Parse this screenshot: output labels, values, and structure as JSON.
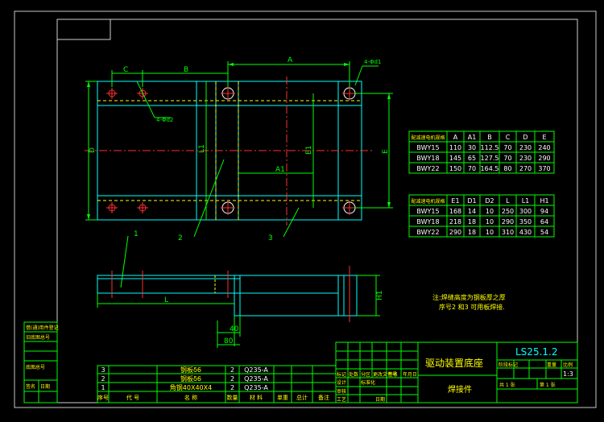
{
  "dimensions": {
    "A": "A",
    "A1": "A1",
    "B": "B",
    "C": "C",
    "D": "D",
    "E": "E",
    "E1": "E1",
    "L": "L",
    "L1": "L1",
    "H1": "H1",
    "hole_d1": "4-Φd1",
    "hole_d2": "4-Φd2",
    "dim_40": "40",
    "dim_80": "80"
  },
  "callouts": [
    "1",
    "2",
    "3"
  ],
  "table1": {
    "header": [
      "配减速电机规格",
      "A",
      "A1",
      "B",
      "C",
      "D",
      "E"
    ],
    "rows": [
      [
        "BWY15",
        "110",
        "30",
        "112.5",
        "70",
        "230",
        "240"
      ],
      [
        "BWY18",
        "145",
        "65",
        "127.5",
        "70",
        "230",
        "290"
      ],
      [
        "BWY22",
        "150",
        "70",
        "164.5",
        "80",
        "270",
        "370"
      ]
    ]
  },
  "table2": {
    "header": [
      "配减速电机规格",
      "E1",
      "D1",
      "D2",
      "L",
      "L1",
      "H1"
    ],
    "rows": [
      [
        "BWY15",
        "168",
        "14",
        "10",
        "250",
        "300",
        "94"
      ],
      [
        "BWY18",
        "218",
        "18",
        "10",
        "290",
        "350",
        "64"
      ],
      [
        "BWY22",
        "290",
        "18",
        "10",
        "310",
        "430",
        "54"
      ]
    ]
  },
  "note": {
    "line1": "注:焊缝高度为钢板厚之厚",
    "line2": "序号2 和3 可用板焊接."
  },
  "title_block": {
    "title": "驱动装置底座",
    "subtitle": "焊接件",
    "drawing_no": "LS25.1.2",
    "scale": "1:3",
    "stage": "阶段标记",
    "weight": "重量",
    "ratio": "比例",
    "sheet_total": "共  1  张",
    "sheet_no": "第  1  张",
    "marks": "标记",
    "count": "处数",
    "zone": "分区",
    "change_no": "更改文件号",
    "sign": "签名",
    "date": "年月日",
    "design": "设计",
    "standard": "标准化",
    "review": "审核",
    "process": "工艺",
    "approve": "批准",
    "date_label": "日期"
  },
  "bom": {
    "rows": [
      [
        "3",
        "钢板δ6",
        "2",
        "Q235-A"
      ],
      [
        "2",
        "钢板δ6",
        "2",
        "Q235-A"
      ],
      [
        "1",
        "角钢40X40X4",
        "2",
        "Q235-A"
      ]
    ],
    "header": {
      "no": "序号",
      "code": "代   号",
      "name": "名   称",
      "qty": "数量",
      "material": "材   料",
      "unit_weight": "单重",
      "total_weight": "总计",
      "remark": "备注"
    }
  },
  "side_block": [
    "底图总号",
    "签名",
    "日期",
    "旧底图总号",
    "借(通)用件登记"
  ]
}
